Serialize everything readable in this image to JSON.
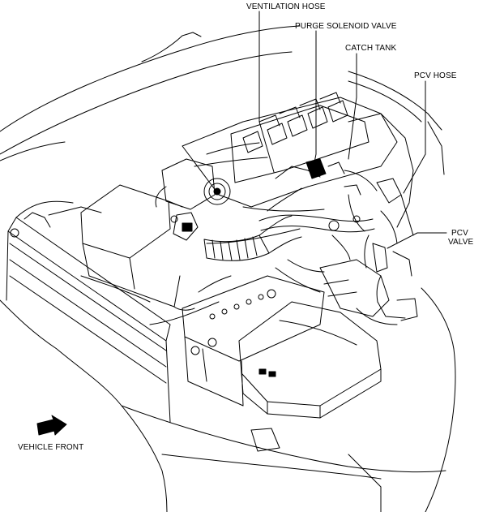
{
  "labels": {
    "ventilation_hose": "VENTILATION HOSE",
    "purge_solenoid_valve": "PURGE SOLENOID VALVE",
    "catch_tank": "CATCH TANK",
    "pcv_hose": "PCV HOSE",
    "pcv_valve_line1": "PCV",
    "pcv_valve_line2": "VALVE",
    "vehicle_front": "VEHICLE FRONT"
  },
  "colors": {
    "ink": "#000000",
    "paper": "#ffffff"
  },
  "icons": [
    "vehicle-front-arrow-icon"
  ]
}
